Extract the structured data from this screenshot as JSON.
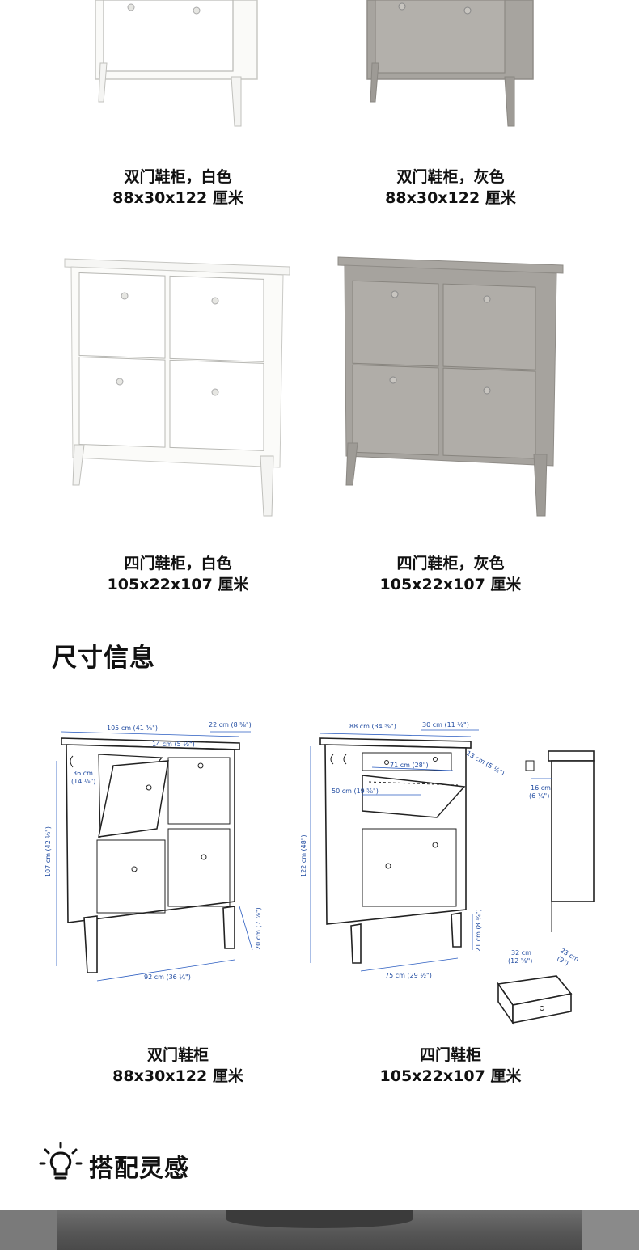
{
  "products_top": [
    {
      "name": "双门鞋柜，白色",
      "size": "88x30x122 厘米"
    },
    {
      "name": "双门鞋柜，灰色",
      "size": "88x30x122 厘米"
    }
  ],
  "products_mid": [
    {
      "name": "四门鞋柜，白色",
      "size": "105x22x107 厘米"
    },
    {
      "name": "四门鞋柜，灰色",
      "size": "105x22x107 厘米"
    }
  ],
  "dimensions_section": {
    "title": "尺寸信息",
    "left_caption": {
      "name": "双门鞋柜",
      "size": "88x30x122 厘米"
    },
    "right_caption": {
      "name": "四门鞋柜",
      "size": "105x22x107 厘米"
    },
    "left_labels": {
      "width_top": "105 cm (41 ⅜\")",
      "depth_top": "22 cm (8 ⅝\")",
      "door": "14 cm (5 ½\")",
      "inner": "36 cm",
      "inner_in": "(14 ⅛\")",
      "height": "107 cm (42 ⅛\")",
      "leg": "20 cm (7 ⅞\")",
      "width_bottom": "92 cm (36 ¼\")"
    },
    "right_labels": {
      "width_top": "88 cm (34 ⅝\")",
      "depth_top": "30 cm (11 ¾\")",
      "inner_w": "71 cm (28\")",
      "door_d": "13 cm (5 ⅛\")",
      "inner_d": "50 cm (19 ⅝\")",
      "height": "122 cm (48\")",
      "leg": "21 cm (8 ¼\")",
      "width_bottom": "75 cm (29 ½\")",
      "side_depth": "16 cm",
      "side_depth_in": "(6 ¼\")",
      "drawer_w": "32 cm",
      "drawer_w_in": "(12 ⅝\")",
      "drawer_d": "23 cm",
      "drawer_d_in": "(9\")"
    }
  },
  "inspiration": {
    "title": "搭配灵感",
    "icon": "lightbulb-icon"
  },
  "colors": {
    "white": "#f7f7f5",
    "grey": "#a4a19c",
    "dim_blue": "#1f4aa0"
  }
}
